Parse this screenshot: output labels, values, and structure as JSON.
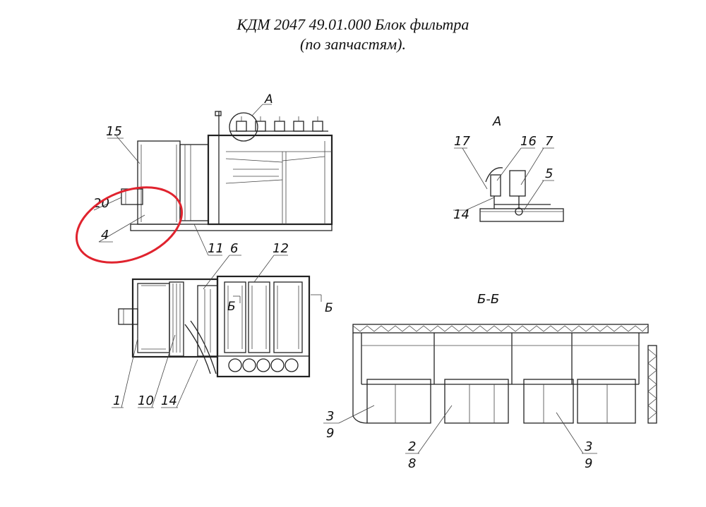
{
  "title": {
    "line1": "КДМ 2047 49.01.000 Блок фильтра",
    "line2": "(по запчастям)."
  },
  "section_labels": {
    "detail_a_callout": "А",
    "detail_a_title": "А",
    "section_bb_title": "Б-Б",
    "section_mark_left": "Б",
    "section_mark_right": "Б"
  },
  "part_labels": {
    "p15": "15",
    "p20": "20",
    "p4": "4",
    "p11": "11",
    "p6": "6",
    "p12": "12",
    "p1": "1",
    "p10": "10",
    "p14_plan": "14",
    "p17": "17",
    "p16": "16",
    "p7": "7",
    "p5": "5",
    "p14_detail": "14",
    "p3_left": "3",
    "p9_left": "9",
    "p2": "2",
    "p8": "8",
    "p3_right": "3",
    "p9_right": "9"
  },
  "colors": {
    "highlight": "#e0232e",
    "line": "#222222"
  }
}
